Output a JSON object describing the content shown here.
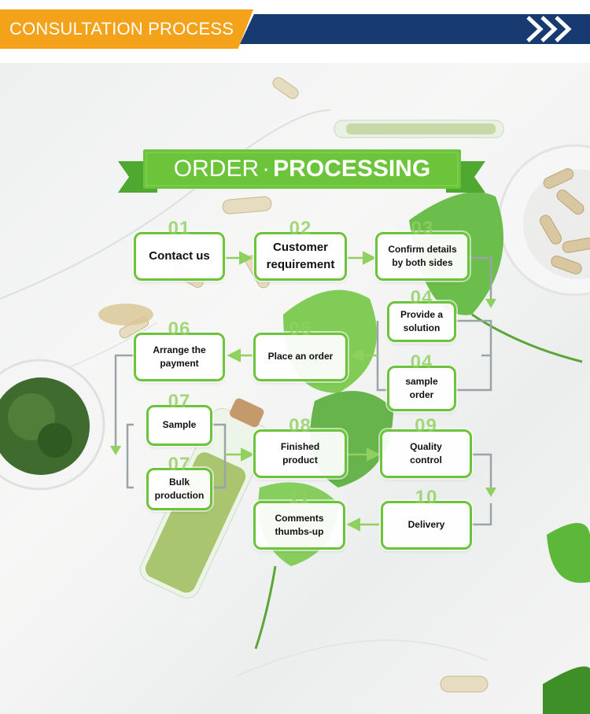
{
  "header": {
    "title": "CONSULTATION PROCESS"
  },
  "banner": {
    "title_light": "ORDER",
    "separator": "·",
    "title_bold": "PROCESSING"
  },
  "steps": [
    {
      "num": "01",
      "label": "Contact us"
    },
    {
      "num": "02",
      "label": "Customer\nrequirement"
    },
    {
      "num": "03",
      "label": "Confirm details\nby both sides"
    },
    {
      "num": "04",
      "label": "Provide a\nsolution"
    },
    {
      "num": "04",
      "label": "sample\norder"
    },
    {
      "num": "05",
      "label": "Place an order"
    },
    {
      "num": "06",
      "label": "Arrange the\npayment"
    },
    {
      "num": "07",
      "label": "Sample"
    },
    {
      "num": "07",
      "label": "Bulk\nproduction"
    },
    {
      "num": "08",
      "label": "Finished\nproduct"
    },
    {
      "num": "09",
      "label": "Quality\ncontrol"
    },
    {
      "num": "10",
      "label": "Delivery"
    },
    {
      "num": "11",
      "label": "Comments\nthumbs-up"
    }
  ],
  "colors": {
    "orange": "#f5a21b",
    "navy": "#173a71",
    "green": "#6cc43a",
    "leaf": "#5db83a"
  }
}
